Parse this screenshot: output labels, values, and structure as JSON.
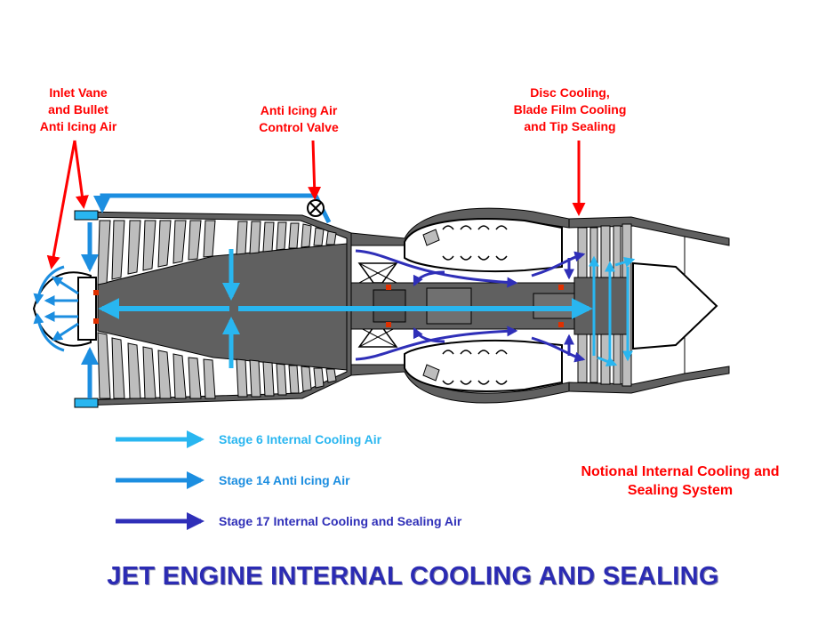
{
  "callouts": {
    "inlet_vane": [
      "Inlet Vane",
      "and Bullet",
      "Anti Icing Air"
    ],
    "anti_icing_valve": [
      "Anti Icing Air",
      "Control Valve"
    ],
    "disc_cooling": [
      "Disc Cooling,",
      "Blade Film Cooling",
      "and Tip Sealing"
    ]
  },
  "legend": [
    {
      "label": "Stage 6 Internal Cooling Air",
      "color": "#29b6f0"
    },
    {
      "label": "Stage 14 Anti Icing Air",
      "color": "#1c8ee0"
    },
    {
      "label": "Stage 17 Internal Cooling and Sealing Air",
      "color": "#2f2fb8"
    }
  ],
  "note": [
    "Notional Internal Cooling and",
    "Sealing System"
  ],
  "title": "JET ENGINE INTERNAL COOLING AND SEALING",
  "colors": {
    "callout_red": "#ff0000",
    "title_blue": "#2b2bb3",
    "metal_dark": "#606060",
    "metal_light": "#bdbdbd",
    "seal_red": "#e03000"
  }
}
